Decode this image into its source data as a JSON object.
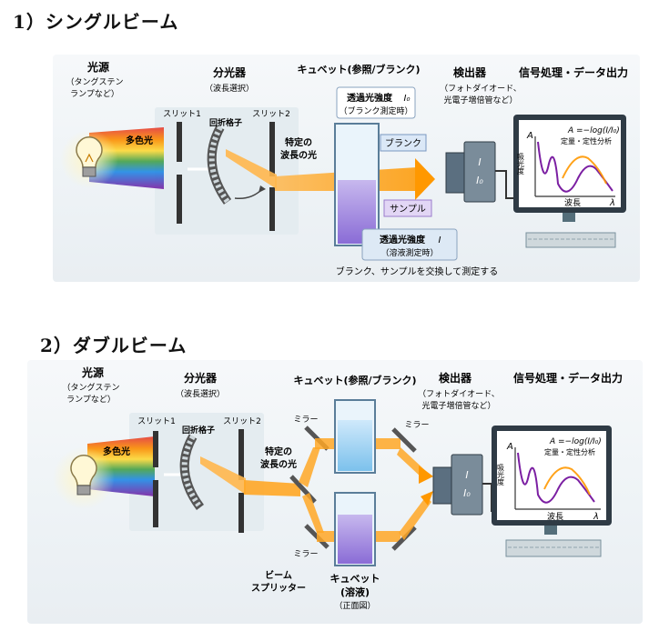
{
  "single": {
    "title": "1）シングルビーム",
    "light_source": "光源",
    "light_source_sub1": "（タングステン",
    "light_source_sub2": "ランプなど）",
    "polychromatic": "多色光",
    "monochromator": "分光器",
    "monochromator_sub": "（波長選択）",
    "slit1": "スリット1",
    "slit2": "スリット2",
    "grating": "回折格子",
    "specific1": "特定の",
    "specific2": "波長の光",
    "cuvette": "キュベット(参照/ブランク)",
    "trans_blank1": "透過光強度",
    "trans_blank_sym": "I₀",
    "trans_blank2": "（ブランク測定時）",
    "blank": "ブランク",
    "sample": "サンプル",
    "trans_sample1": "透過光強度",
    "trans_sample_sym": "I",
    "trans_sample2": "（溶液測定時）",
    "detector": "検出器",
    "detector_sub1": "（フォトダイオード、",
    "detector_sub2": "光電子増倍管など）",
    "det_I": "I",
    "det_I0": "I₀",
    "signal": "信号処理・データ出力",
    "formula": "A =−log(I/I₀)",
    "analysis": "定量・定性分析",
    "axis_A": "A",
    "absorbance": "吸光度",
    "wavelength": "波長",
    "lambda": "λ",
    "note": "ブランク、サンプルを交換して測定する"
  },
  "double": {
    "title": "2）ダブルビーム",
    "light_source": "光源",
    "light_source_sub1": "（タングステン",
    "light_source_sub2": "ランプなど）",
    "polychromatic": "多色光",
    "monochromator": "分光器",
    "monochromator_sub": "（波長選択）",
    "slit1": "スリット1",
    "slit2": "スリット2",
    "grating": "回折格子",
    "specific1": "特定の",
    "specific2": "波長の光",
    "cuvette_ref": "キュベット(参照/ブランク)",
    "mirror": "ミラー",
    "beam1": "ビーム",
    "beam2": "スプリッター",
    "cuvette_sol1": "キュベット",
    "cuvette_sol2": "(溶液)",
    "cuvette_sol3": "（正面図）",
    "detector": "検出器",
    "detector_sub1": "（フォトダイオード、",
    "detector_sub2": "光電子増倍管など）",
    "det_I": "I",
    "det_I0": "I₀",
    "signal": "信号処理・データ出力",
    "formula": "A =−log(I/I₀)",
    "analysis": "定量・定性分析",
    "axis_A": "A",
    "absorbance": "吸光度",
    "wavelength": "波長",
    "lambda": "λ"
  }
}
